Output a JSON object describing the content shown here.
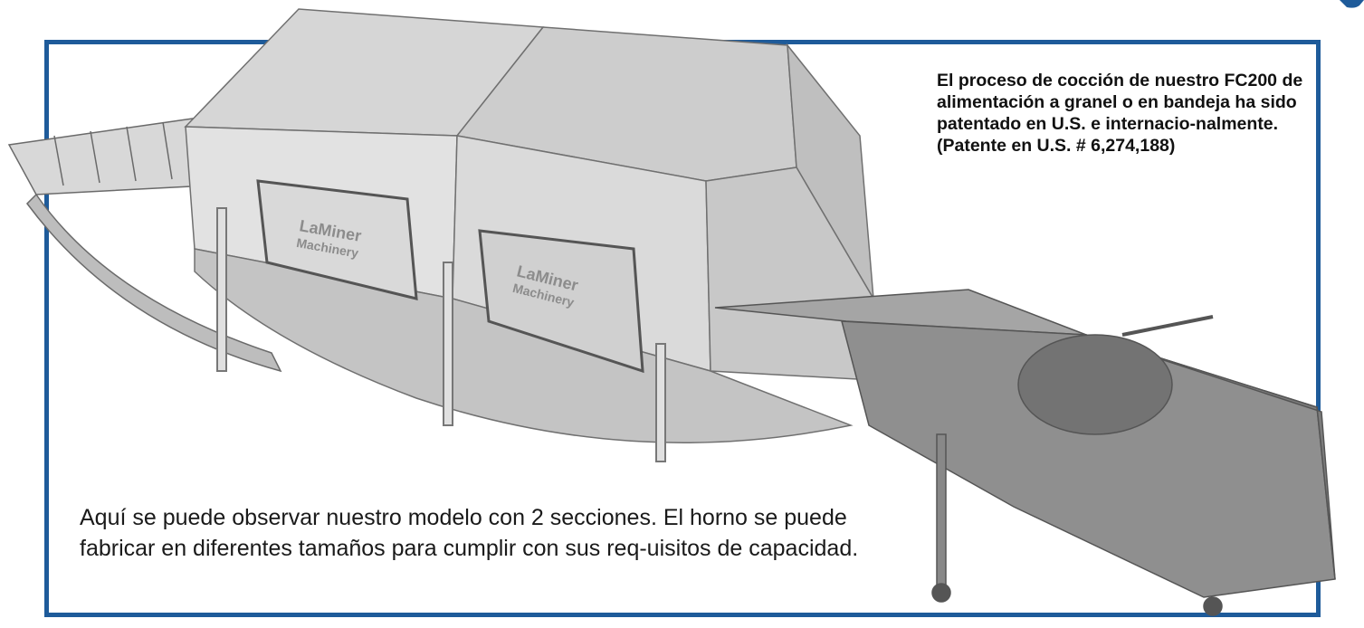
{
  "patent_note": "El proceso de cocción de nuestro FC200 de alimentación a granel o en bandeja ha sido patentado en U.S. e internacio-nalmente. (Patente en U.S. # 6,274,188)",
  "caption": "Aquí se puede observar nuestro modelo con 2 secciones. El horno se puede fabricar en diferentes tamaños para cumplir con sus req-uisitos de capacidad.",
  "door_placards": [
    [
      "LaMiner",
      "Machinery"
    ],
    [
      "LaMiner",
      "Machinery"
    ]
  ],
  "colors": {
    "frame": "#1e5b9a",
    "machine_light": "#dcdcdc",
    "machine_mid": "#b9b9b9",
    "machine_dark": "#8a8a8a"
  }
}
